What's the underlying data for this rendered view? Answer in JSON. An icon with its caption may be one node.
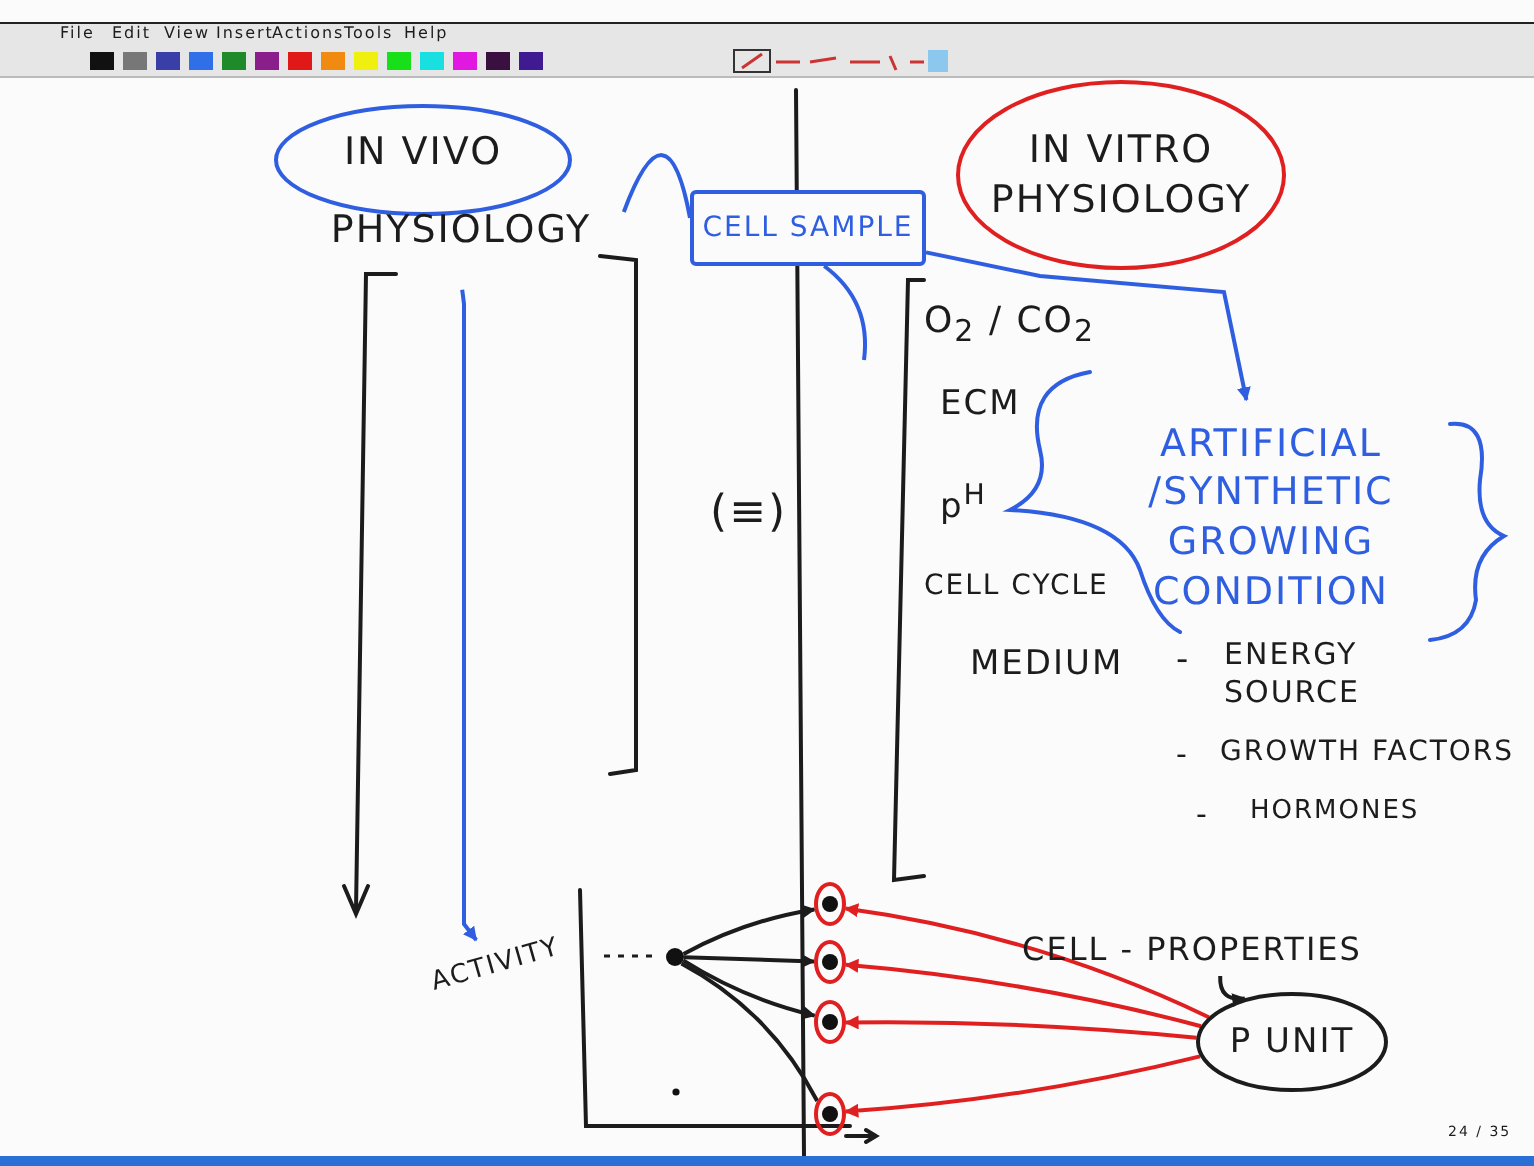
{
  "diagram": {
    "nodes": [
      {
        "text": [
          "IN VIVO",
          "PHYSIOLOGY"
        ]
      },
      {
        "text": [
          "CELL SAMPLE"
        ]
      },
      {
        "text": [
          "IN VITRO PHYSIOLOGY"
        ]
      },
      {
        "text": [
          "ARTIFICIAL /SYNTHETIC GROWING CONDITION"
        ]
      },
      {
        "text": [
          "ACTIVITY"
        ]
      },
      {
        "text": [
          "CELL - PROPERTIES"
        ]
      },
      {
        "text": [
          "P UNIT"
        ]
      },
      {
        "text": [],
        "shape": "circle"
      },
      {
        "text": [],
        "shape": "circle"
      },
      {
        "text": [],
        "shape": "circle"
      },
      {
        "text": [],
        "shape": "circle"
      },
      {
        "text": [],
        "shape": "circle"
      }
    ],
    "edges": [
      {
        "from": 0,
        "to": 1,
        "arrow": "none",
        "color": "#2f5fe0"
      },
      {
        "from": 1,
        "to": null,
        "arrow": "none",
        "color": "#2f5fe0"
      },
      {
        "from": 1,
        "to": 3,
        "arrow": "to",
        "color": "#2f5fe0"
      },
      {
        "from": 0,
        "to": 4,
        "arrow": "to",
        "color": "#2f5fe0"
      },
      {
        "from": 7,
        "to": 8,
        "arrow": "to"
      },
      {
        "from": 7,
        "to": 9,
        "arrow": "to"
      },
      {
        "from": 7,
        "to": 10,
        "arrow": "to"
      },
      {
        "from": 7,
        "to": 11,
        "arrow": "none"
      },
      {
        "from": 6,
        "to": 8,
        "arrow": "to",
        "color": "#e02020"
      },
      {
        "from": 6,
        "to": 9,
        "arrow": "to",
        "color": "#e02020"
      },
      {
        "from": 6,
        "to": 10,
        "arrow": "to",
        "color": "#e02020"
      },
      {
        "from": 6,
        "to": 11,
        "arrow": "to",
        "color": "#e02020"
      },
      {
        "from": 5,
        "to": 6,
        "arrow": "to"
      }
    ],
    "labels": [
      "File",
      "Edit",
      "View",
      "Insert",
      "Actions",
      "Tools",
      "Help",
      "O$_{2}$ / CO$_{2}$",
      "ECM",
      "(≡)",
      "p$^{H}$",
      "CELL CYCLE",
      "MEDIUM",
      "-",
      "ENERGY SOURCE",
      "-",
      "GROWTH FACTORS",
      "-",
      "HORMONES",
      "24 / 35"
    ]
  }
}
